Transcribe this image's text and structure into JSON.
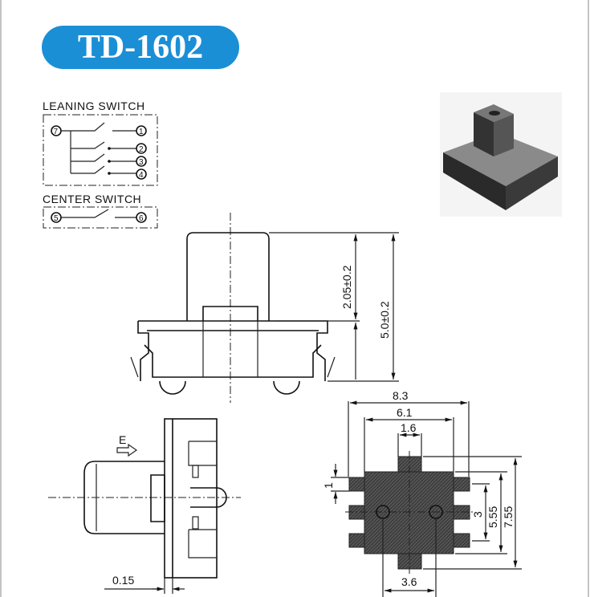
{
  "title": "TD-1602",
  "schematic": {
    "leaning_label": "LEANING SWITCH",
    "center_label": "CENTER SWITCH",
    "pins": [
      "1",
      "2",
      "3",
      "4",
      "5",
      "6",
      "7"
    ]
  },
  "dimensions": {
    "stem_height": "2.05±0.2",
    "total_height": "5.0±0.2",
    "width_overall": "8.3",
    "width_body": "6.1",
    "tab_width": "1.6",
    "pad_width": "1",
    "pin_pitch": "3",
    "body_height": "5.55",
    "overall_height": "7.55",
    "post_spacing": "3.6",
    "side_gap": "0.15",
    "direction_label": "E"
  },
  "colors": {
    "title_bg": "#1b8fd6",
    "ink": "#111111"
  }
}
